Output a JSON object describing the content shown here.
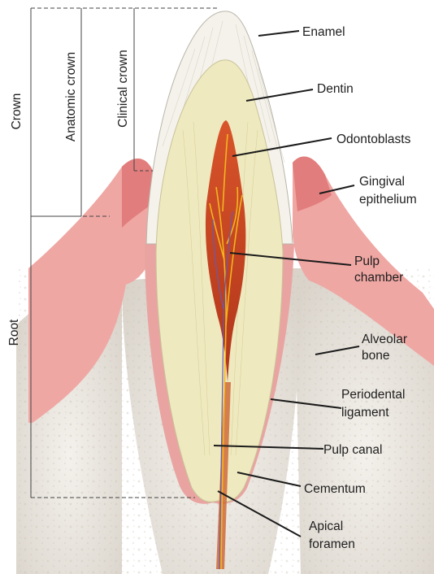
{
  "labels": {
    "enamel": "Enamel",
    "dentin": "Dentin",
    "odontoblasts": "Odontoblasts",
    "gingival_epithelium_1": "Gingival",
    "gingival_epithelium_2": "epithelium",
    "pulp_chamber_1": "Pulp",
    "pulp_chamber_2": "chamber",
    "alveolar_bone_1": "Alveolar",
    "alveolar_bone_2": "bone",
    "periodontal_ligament_1": "Periodental",
    "periodontal_ligament_2": "ligament",
    "pulp_canal": "Pulp canal",
    "cementum": "Cementum",
    "apical_foramen_1": "Apical",
    "apical_foramen_2": "foramen"
  },
  "brackets": {
    "crown": "Crown",
    "root": "Root",
    "anatomic_crown": "Anatomic crown",
    "clinical_crown": "Clinical crown"
  },
  "colors": {
    "gum": "#e08585",
    "gum_light": "#f2b8b4",
    "bone": "#ebe7e0",
    "enamel": "#f4f2ea",
    "dentin": "#eee9bf",
    "pulp": "#c7441c",
    "nerve": "#f2b51d",
    "vessel": "#6a5aa8",
    "leader": "#1b1b1b"
  }
}
